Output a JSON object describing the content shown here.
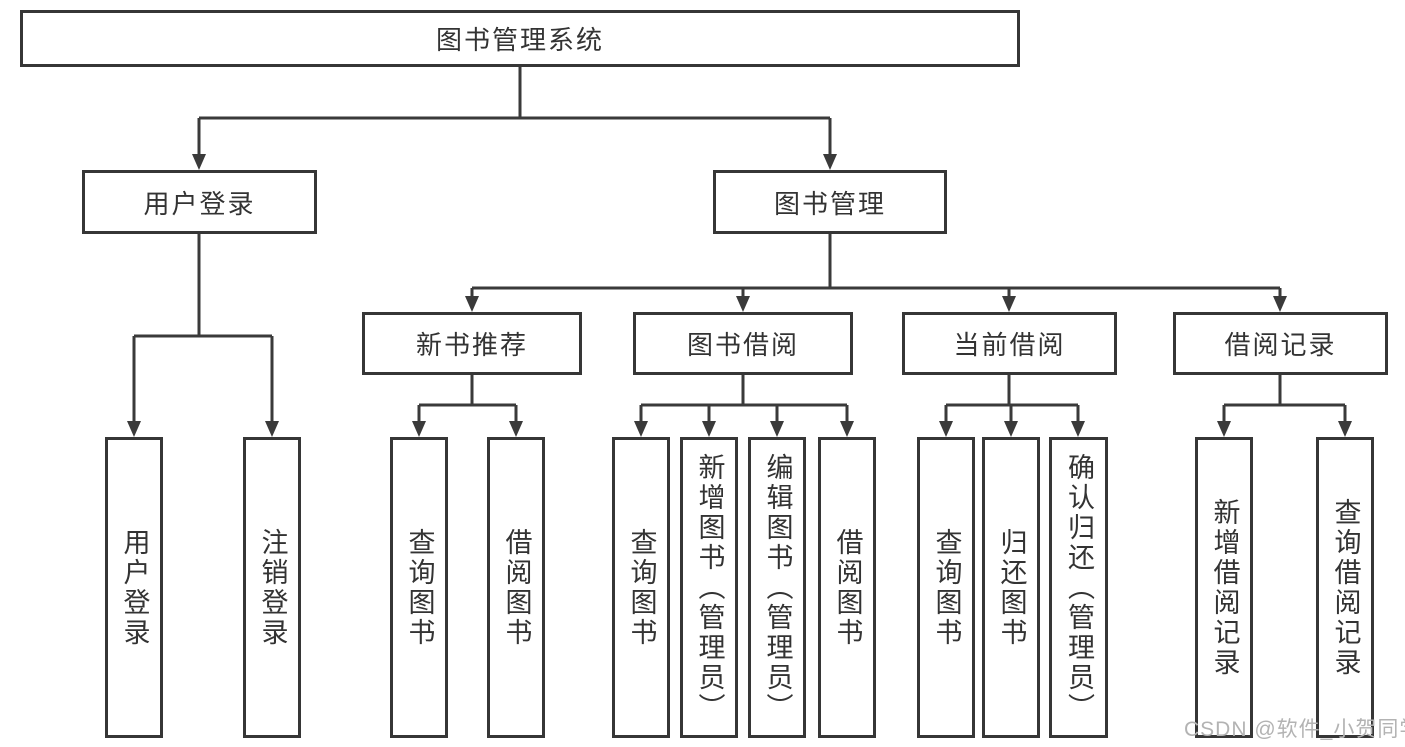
{
  "diagram": {
    "root": {
      "label": "图书管理系统"
    },
    "branches": [
      {
        "label": "用户登录",
        "children": [
          {
            "label": "用户登录"
          },
          {
            "label": "注销登录"
          }
        ]
      },
      {
        "label": "图书管理",
        "children": [
          {
            "label": "新书推荐",
            "children": [
              {
                "label": "查询图书"
              },
              {
                "label": "借阅图书"
              }
            ]
          },
          {
            "label": "图书借阅",
            "children": [
              {
                "label": "查询图书"
              },
              {
                "label": "新增图书（管理员）"
              },
              {
                "label": "编辑图书（管理员）"
              },
              {
                "label": "借阅图书"
              }
            ]
          },
          {
            "label": "当前借阅",
            "children": [
              {
                "label": "查询图书"
              },
              {
                "label": "归还图书"
              },
              {
                "label": "确认归还（管理员）"
              }
            ]
          },
          {
            "label": "借阅记录",
            "children": [
              {
                "label": "新增借阅记录"
              },
              {
                "label": "查询借阅记录"
              }
            ]
          }
        ]
      }
    ],
    "watermark": "CSDN @软件_小贺同学",
    "colors": {
      "line": "#3a3a3a",
      "text": "#333333",
      "watermark": "#b3b3b3",
      "background": "#ffffff"
    }
  }
}
